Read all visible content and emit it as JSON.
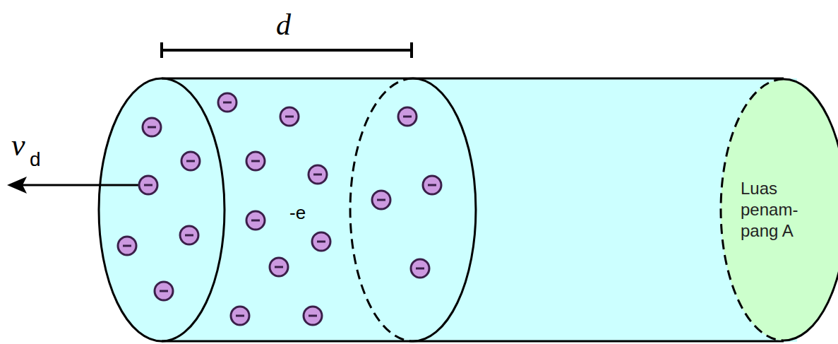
{
  "diagram": {
    "nodes": [
      {
        "text": [
          "Luas penam- pang A"
        ]
      }
    ],
    "labels": [
      "d",
      "v",
      "d",
      "-e"
    ]
  }
}
